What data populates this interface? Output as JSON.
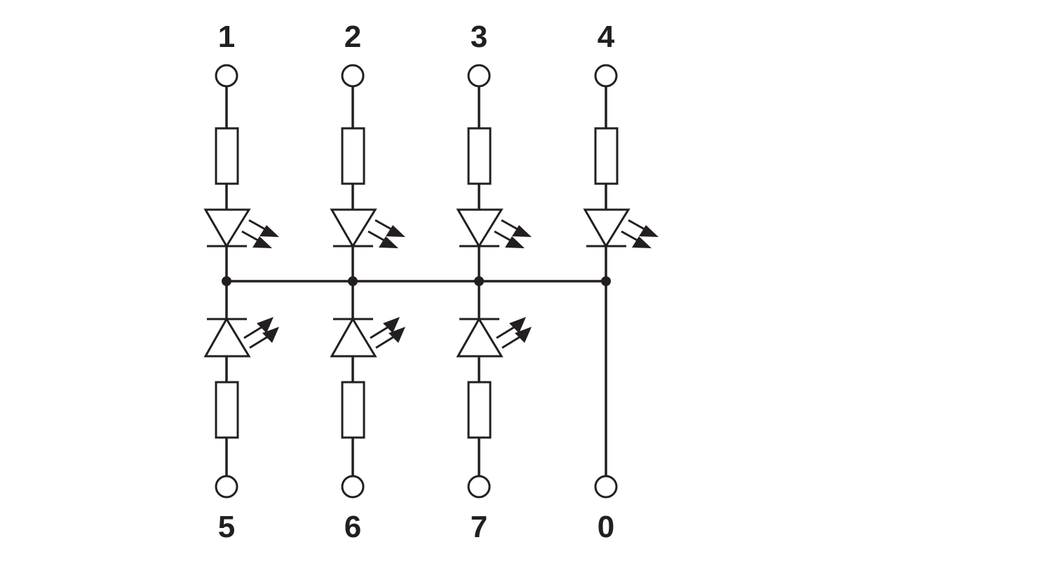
{
  "diagram": {
    "top_terminals": [
      "1",
      "2",
      "3",
      "4"
    ],
    "bottom_terminals": [
      "5",
      "6",
      "7",
      "0"
    ],
    "channels": [
      {
        "top": "1",
        "bottom": "5",
        "upper_led": true,
        "lower_led": true,
        "upper_resistor": true,
        "lower_resistor": true
      },
      {
        "top": "2",
        "bottom": "6",
        "upper_led": true,
        "lower_led": true,
        "upper_resistor": true,
        "lower_resistor": true
      },
      {
        "top": "3",
        "bottom": "7",
        "upper_led": true,
        "lower_led": true,
        "upper_resistor": true,
        "lower_resistor": true
      },
      {
        "top": "4",
        "bottom": "0",
        "upper_led": true,
        "lower_led": false,
        "upper_resistor": true,
        "lower_resistor": false
      }
    ],
    "common_bus": true,
    "colors": {
      "line": "#231f20",
      "background": "#ffffff"
    }
  }
}
